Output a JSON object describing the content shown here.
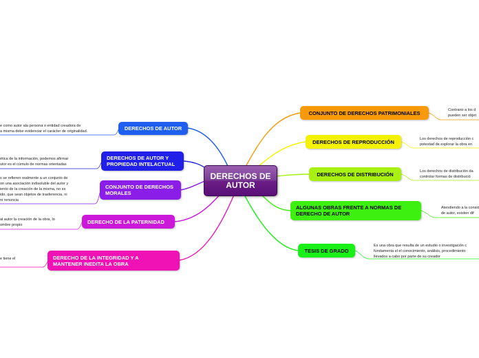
{
  "center": {
    "label": "DERECHOS DE\nAUTOR"
  },
  "left_nodes": [
    {
      "label": "DERECHOS DE AUTOR",
      "color": "#1f5ff0",
      "text_color": "#ffffff",
      "note": "e como autor ala persona o entidad creadora de\na misma debe evidenciar el carácter de originalidad."
    },
    {
      "label": "DERECHOS DE AUTOR Y\nPROPIEDAD INTELACTUAL",
      "color": "#2020e8",
      "text_color": "#ffffff",
      "note": "ética de la información, podemos afirmar\nutor es el cúmulo de normas orientadas"
    },
    {
      "label": "CONJUNTO DE DERECHOS\n MORALES",
      "color": "#8a1ee8",
      "text_color": "#ffffff",
      "note": "s se refieren realmente a un conjunto de\non una asociación indisoluble del autor y\niento de la creación de la misma, no es\nido, que sean objetos de trasferencia, ni\nni renuncia"
    },
    {
      "label": "DERECHO DE LA PATERNIDAD",
      "color": "#cc18d8",
      "text_color": "#ffffff",
      "note": "al autor la creación de la obra, lo\nombre propio"
    },
    {
      "label": "DERECHO DE LA INTEGRIDAD Y A\nMANTENER INEDITA LA OBRA",
      "color": "#f012b4",
      "text_color": "#ffffff",
      "note": "e tiene el"
    }
  ],
  "right_nodes": [
    {
      "label": "CONJUNTO DE DERECHOS PATRIMONIALES",
      "color": "#f89a08",
      "text_color": "#000000",
      "note": "Contrario a los d\npueden ser objet"
    },
    {
      "label": "DERECHOS DE REPRODUCCIÓN",
      "color": "#f5f200",
      "text_color": "#000000",
      "note": "Los derechos de reproducción c\npotestad de explorar la obra en"
    },
    {
      "label": "DERECHOS DE DISTRIBUCIÓN",
      "color": "#a8f010",
      "text_color": "#000000",
      "note": "Los derechos de distribución da\ncontrolar formas de distribució"
    },
    {
      "label": "ALGUNAS OBRAS FRENTE A NORMAS DE\nDERECHO DE AUTOR",
      "color": "#3ef010",
      "text_color": "#000000",
      "note": "Atendiendo a la consid\nde autor, existen dif"
    },
    {
      "label": "TESIS DE GRADO",
      "color": "#18f018",
      "text_color": "#000000",
      "note": "Es una obra que resulta de un estudio o investigación c\nfundamenta el el conocimiento, análisis, procedimiento\nllevados a cabo por parte de su creador"
    }
  ]
}
